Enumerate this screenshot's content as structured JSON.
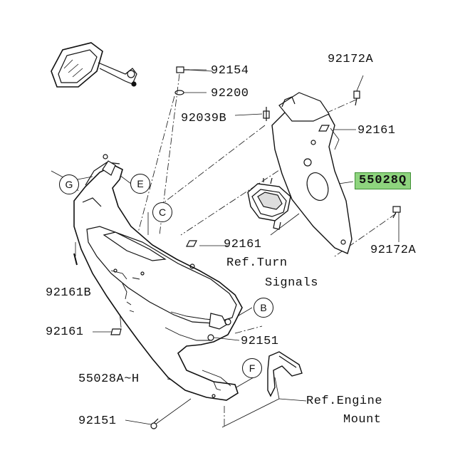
{
  "part_labels": {
    "p92172A_top": "92172A",
    "p92154": "92154",
    "p92200": "92200",
    "p92039B": "92039B",
    "p92161_right": "92161",
    "p55028Q": "55028Q",
    "p92172A_right": "92172A",
    "p92161_mid": "92161",
    "ref_turn_1": "Ref.Turn",
    "ref_turn_2": "Signals",
    "p92161B": "92161B",
    "p92161_left": "92161",
    "p92151_mid": "92151",
    "p55028A_H": "55028A~H",
    "p92151_bottom": "92151",
    "ref_engine_1": "Ref.Engine",
    "ref_engine_2": "Mount"
  },
  "callouts": {
    "G": "G",
    "E": "E",
    "C": "C",
    "B": "B",
    "F": "F"
  },
  "highlight_color": "#8ed47e"
}
